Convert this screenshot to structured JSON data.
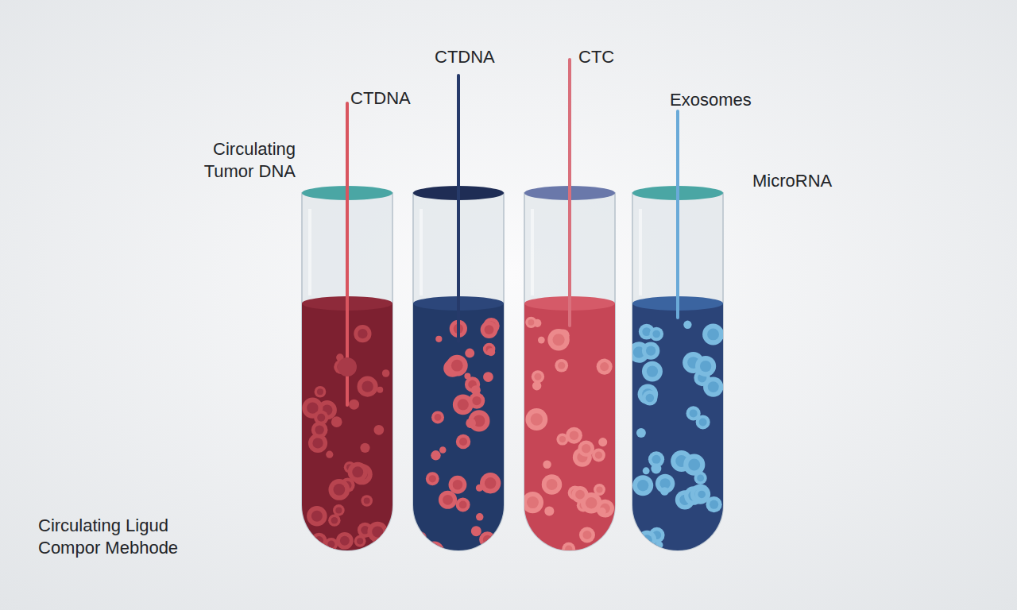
{
  "diagram": {
    "labels": [
      "CTDNA",
      "CTC",
      "CTDNA",
      "Exosomes",
      "Circulating Tumor DNA",
      "MicroRNA",
      "Circulating Ligud Compor Mebhode"
    ]
  }
}
